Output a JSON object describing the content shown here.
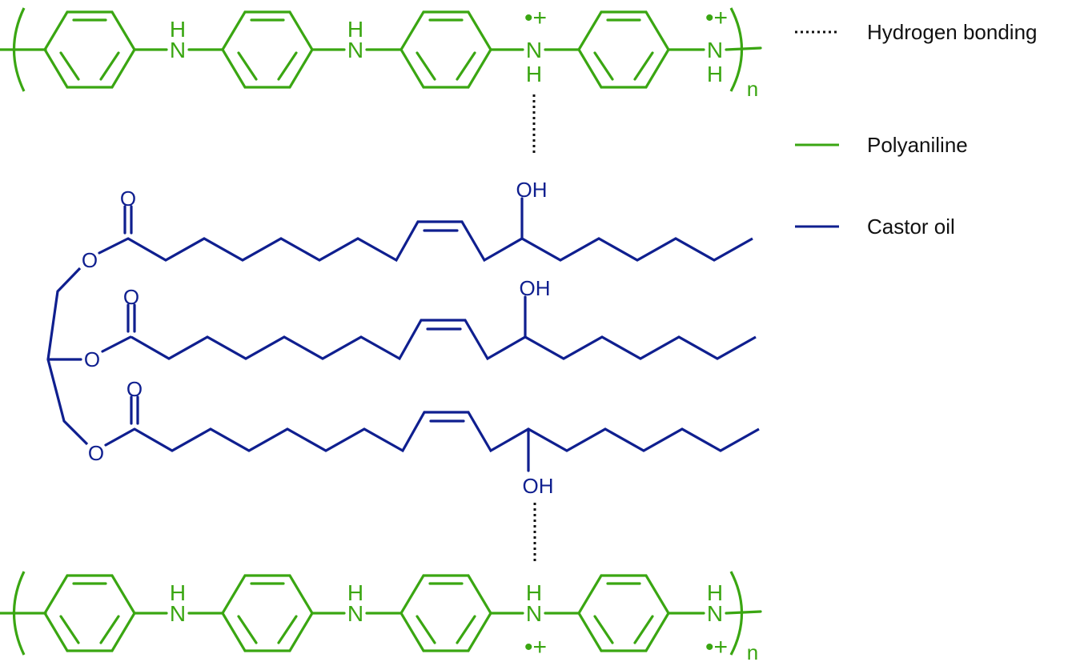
{
  "colors": {
    "polyaniline": "#3aa612",
    "castor_oil": "#0f1f8f",
    "hbond": "#111111"
  },
  "legend": [
    {
      "label": "Hydrogen bonding",
      "style": "dotted"
    },
    {
      "label": "Polyaniline",
      "style": "green-line"
    },
    {
      "label": "Castor oil",
      "style": "blue-line"
    }
  ],
  "atoms": {
    "nitrogen": "N",
    "hydrogen": "H",
    "oxygen": "O",
    "hydroxyl": "OH",
    "radical_cation": "•+",
    "repeat_subscript": "n"
  }
}
